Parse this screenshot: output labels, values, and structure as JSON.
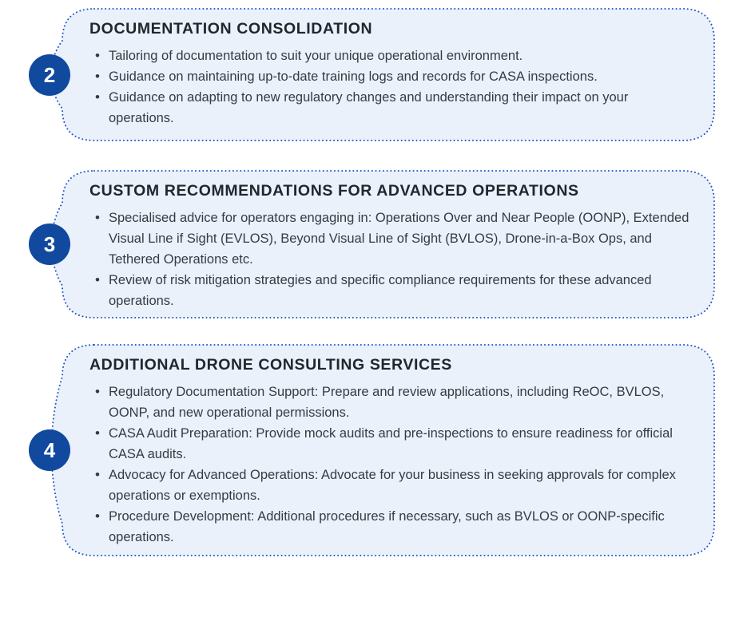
{
  "colors": {
    "badge_blue": "#11499E",
    "border_blue": "#2458C7",
    "card_background": "#EAF1FB",
    "heading_text": "#22262D",
    "body_text": "#363B42"
  },
  "sections": [
    {
      "number": "2",
      "title": "DOCUMENTATION CONSOLIDATION",
      "bullets": [
        "Tailoring of documentation to suit your unique operational environment.",
        "Guidance on maintaining up-to-date training logs and records for CASA inspections.",
        "Guidance on adapting to new regulatory changes and understanding their impact on your operations."
      ]
    },
    {
      "number": "3",
      "title": "CUSTOM RECOMMENDATIONS FOR ADVANCED OPERATIONS",
      "bullets": [
        "Specialised advice for operators engaging in: Operations Over and Near People (OONP), Extended Visual Line if Sight (EVLOS), Beyond Visual Line of Sight (BVLOS), Drone-in-a-Box Ops, and Tethered Operations etc.",
        "Review of risk mitigation strategies and specific compliance requirements for these advanced operations."
      ]
    },
    {
      "number": "4",
      "title": "ADDITIONAL DRONE CONSULTING SERVICES",
      "bullets": [
        "Regulatory Documentation Support: Prepare and review applications, including ReOC, BVLOS, OONP, and new operational permissions.",
        "CASA Audit Preparation: Provide mock audits and pre-inspections to ensure readiness for official CASA audits.",
        "Advocacy for Advanced Operations: Advocate for your business in seeking approvals for complex operations or exemptions.",
        "Procedure Development: Additional procedures if necessary, such as BVLOS or OONP-specific operations."
      ]
    }
  ]
}
